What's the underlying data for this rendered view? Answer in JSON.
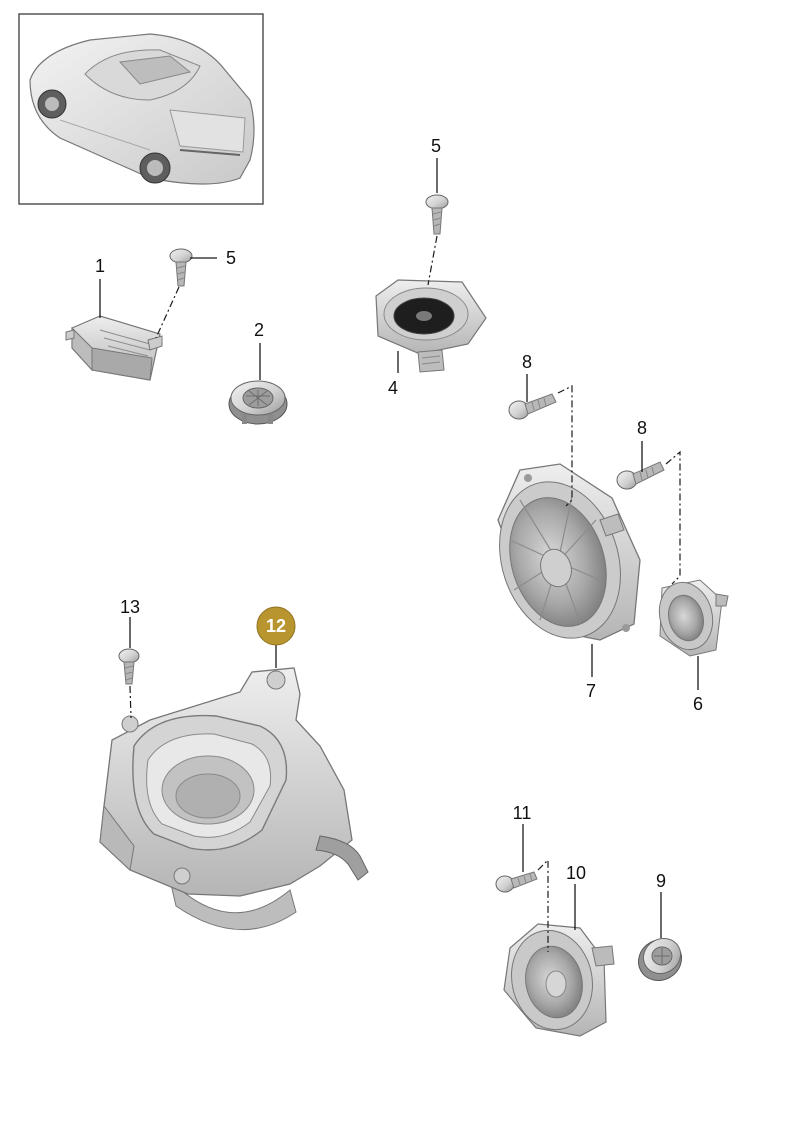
{
  "callouts": {
    "c1": "1",
    "c2": "2",
    "c4": "4",
    "c5a": "5",
    "c5b": "5",
    "c6": "6",
    "c7": "7",
    "c8a": "8",
    "c8b": "8",
    "c9": "9",
    "c10": "10",
    "c11": "11",
    "c12": "12",
    "c13": "13"
  },
  "colors": {
    "highlight_badge": "#b8952e",
    "part_light": "#e6e6e6",
    "part_mid": "#c4c4c4",
    "part_dark": "#8a8a8a",
    "line": "#1a1a1a"
  }
}
